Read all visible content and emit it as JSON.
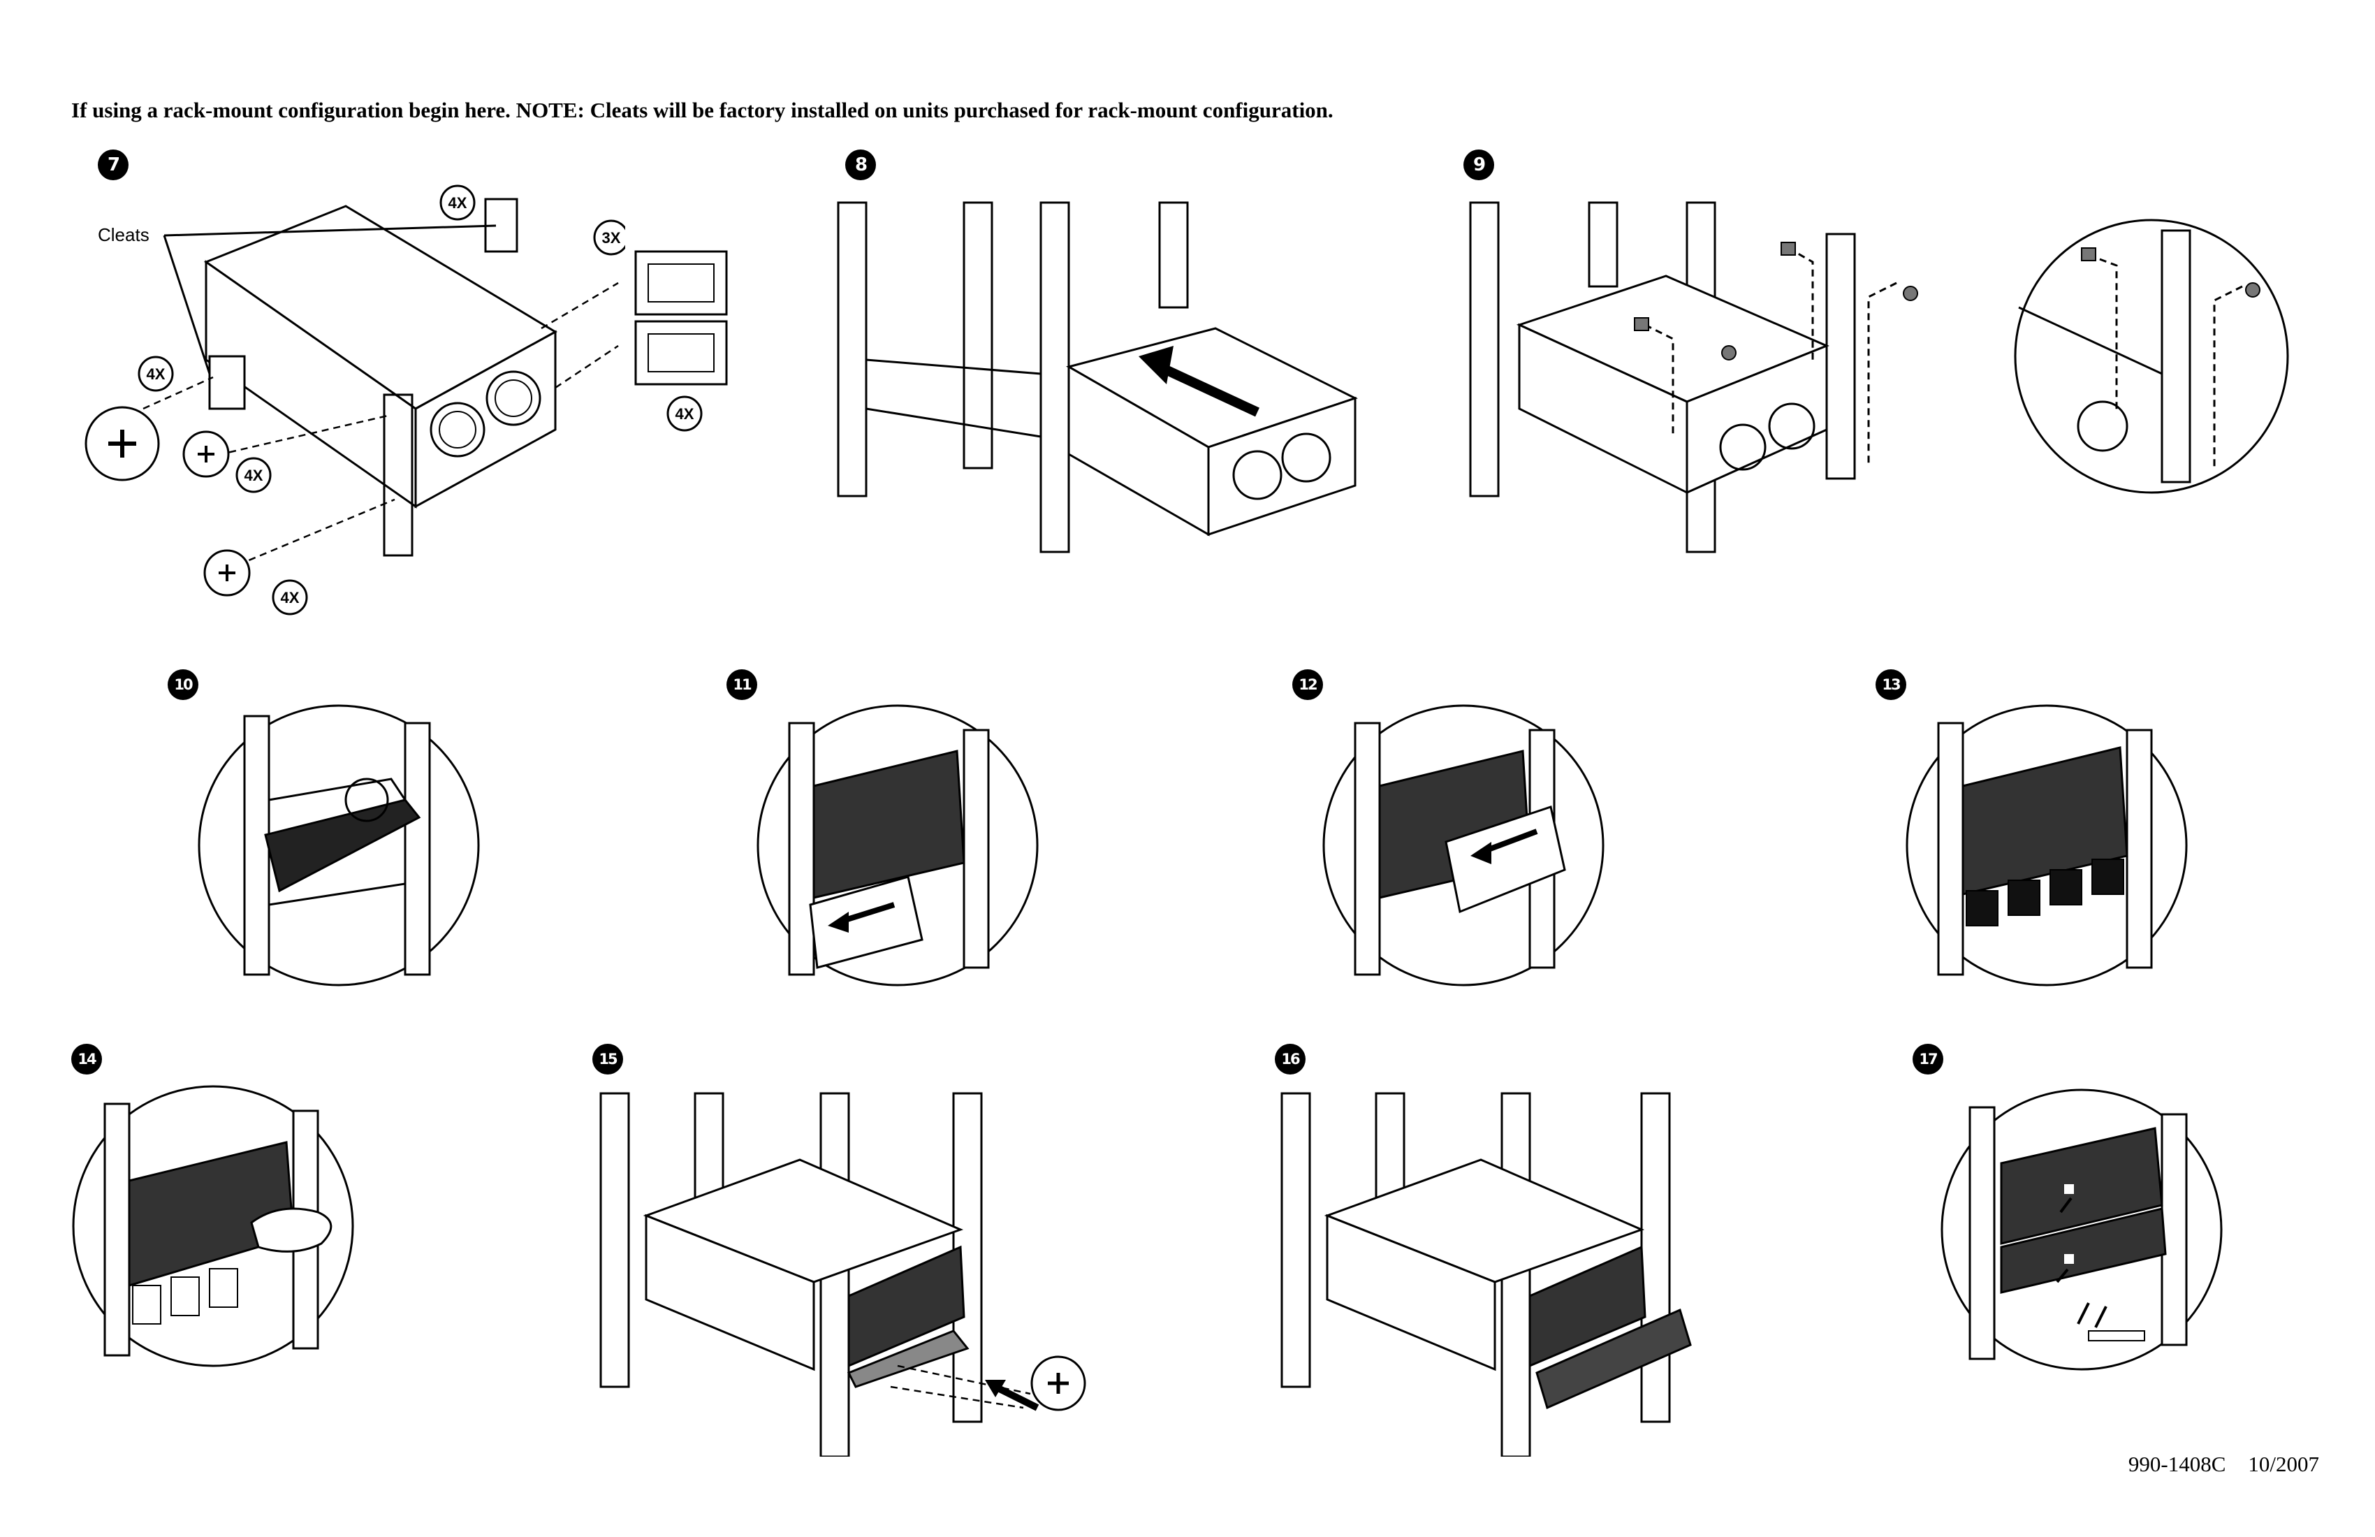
{
  "header": {
    "instruction": "If using a rack-mount configuration begin here. NOTE: Cleats will be factory installed on units purchased for rack-mount configuration."
  },
  "steps": {
    "s7": "7",
    "s8": "8",
    "s9": "9",
    "s10": "10",
    "s11": "11",
    "s12": "12",
    "s13": "13",
    "s14": "14",
    "s15": "15",
    "s16": "16",
    "s17": "17"
  },
  "figure7": {
    "cleats_label": "Cleats",
    "callouts": [
      "4X",
      "3X",
      "4X",
      "4X",
      "4X",
      "4X"
    ]
  },
  "footer": {
    "doc_number": "990-1408C",
    "date": "10/2007"
  }
}
